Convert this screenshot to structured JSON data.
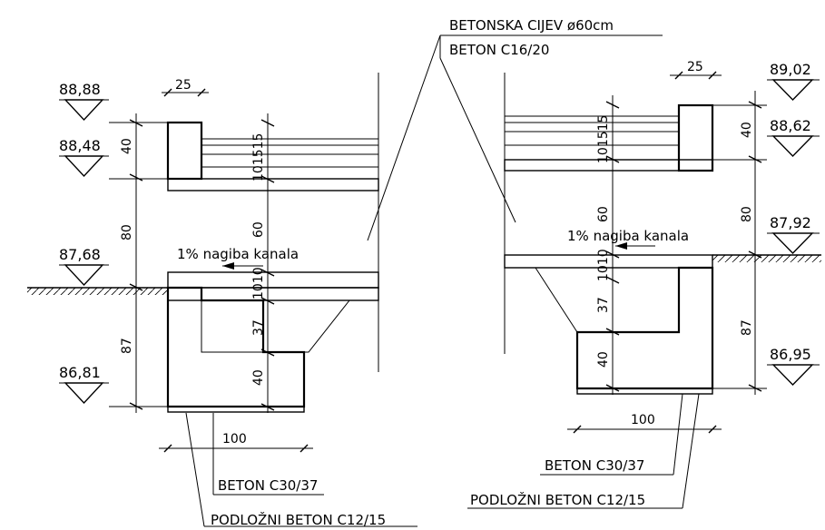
{
  "labels": {
    "pipe": "BETONSKA CIJEV ø60cm",
    "pipe_concrete": "BETON C16/20",
    "slope_left": "1% nagiba kanala",
    "slope_right": "1% nagiba kanala",
    "concrete_left": "BETON C30/37",
    "base_left": "PODLOŽNI BETON C12/15",
    "concrete_right": "BETON C30/37",
    "base_right": "PODLOŽNI BETON C12/15"
  },
  "levels": {
    "left": [
      "88,88",
      "88,48",
      "87,68",
      "86,81"
    ],
    "right": [
      "89,02",
      "88,62",
      "87,92",
      "86,95"
    ]
  },
  "dims": {
    "left_vertical": [
      "40",
      "80",
      "87"
    ],
    "right_vertical": [
      "40",
      "80",
      "87"
    ],
    "left_inner": [
      "60",
      "37",
      "40"
    ],
    "right_inner": [
      "60",
      "37",
      "40"
    ],
    "layers_left": "101515",
    "layers_right": "101515",
    "base_layers_left": "1010",
    "base_layers_right": "1010",
    "left_top_width": "25",
    "right_top_width": "25",
    "left_bottom_width": "100",
    "right_bottom_width": "100"
  }
}
